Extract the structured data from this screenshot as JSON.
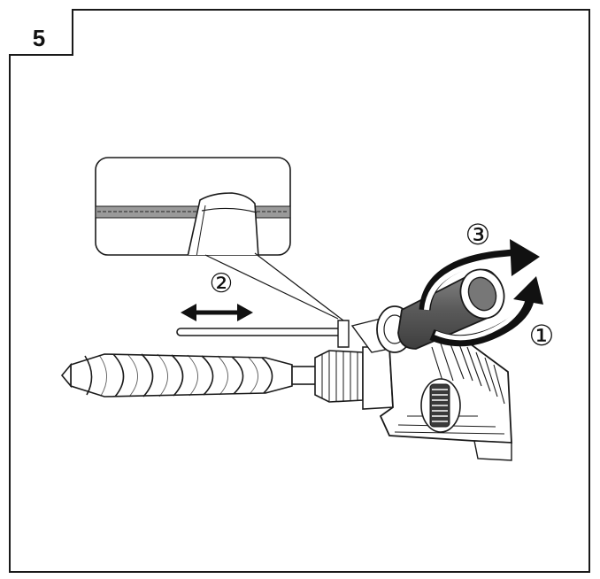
{
  "figure": {
    "step_number": "5"
  },
  "callouts": {
    "rotate_out": "①",
    "slide": "②",
    "rotate_back": "③"
  },
  "colors": {
    "line": "#1a1a1a",
    "fill_light": "#ffffff",
    "fill_mid": "#6e6e6e",
    "fill_dark": "#3a3a3a"
  }
}
